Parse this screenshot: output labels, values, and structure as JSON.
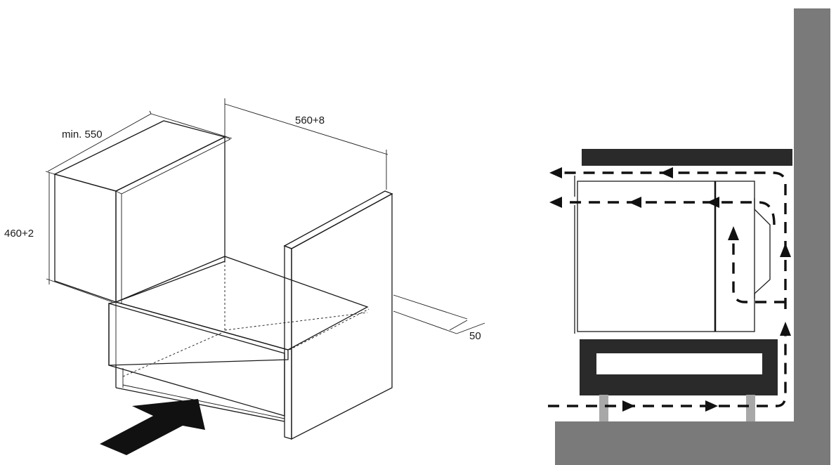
{
  "dimensions": {
    "depth": "min. 550",
    "width": "560+8",
    "height": "460+2",
    "rear_gap": "50"
  },
  "colors": {
    "line": "#1a1a1a",
    "wall": "#7a7a7a",
    "dark_block": "#2a2a2a",
    "feet": "#a8a8a8",
    "background": "#ffffff"
  }
}
